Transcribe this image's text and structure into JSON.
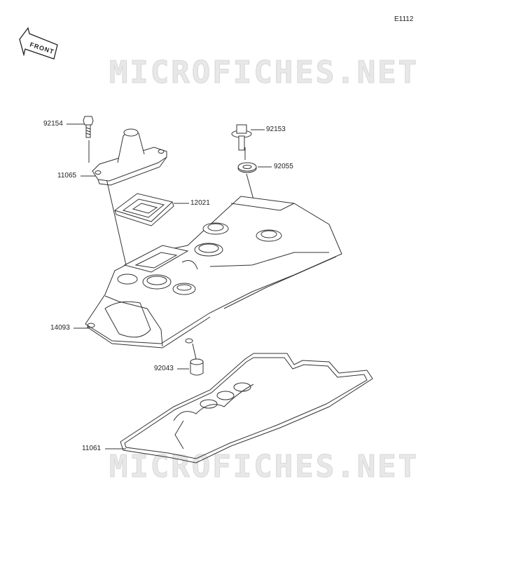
{
  "figure_id": "E1112",
  "front_label": "FRONT",
  "watermark": "MICROFICHES.NET",
  "parts": {
    "p92154": "92154",
    "p11065": "11065",
    "p12021": "12021",
    "p92153": "92153",
    "p92055": "92055",
    "p14093": "14093",
    "p92043": "92043",
    "p11061": "11061"
  }
}
